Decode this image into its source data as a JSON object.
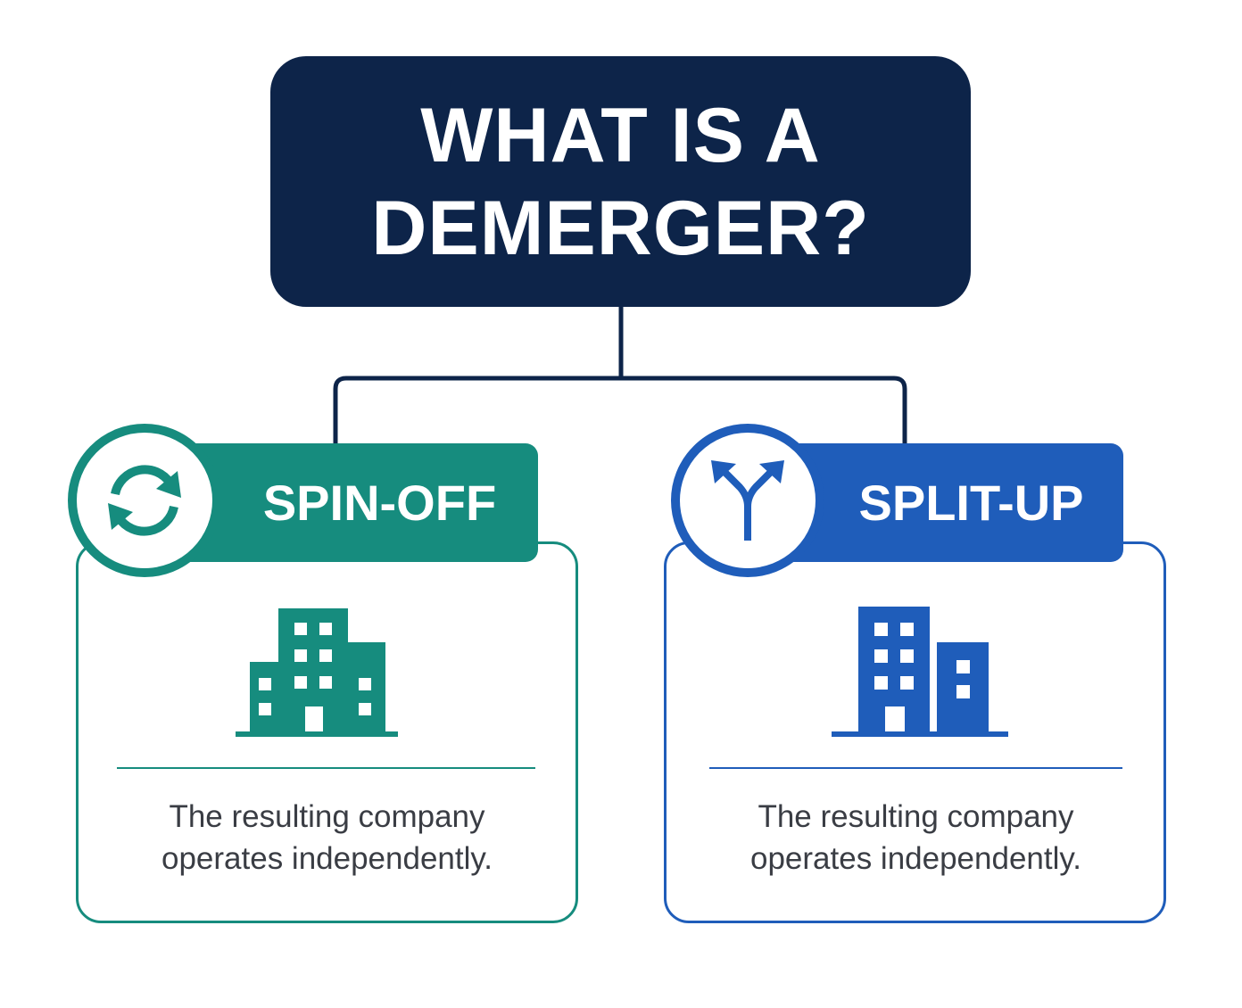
{
  "title": {
    "line1": "WHAT IS A",
    "line2": "DEMERGER?"
  },
  "colors": {
    "title_bg": "#0d2449",
    "spin_off": "#168c7e",
    "split_up": "#1f5dba",
    "text": "#3a3d44"
  },
  "types": [
    {
      "label": "SPIN-OFF",
      "icon": "refresh-arrows-icon",
      "building_icon": "office-building-icon",
      "description_line1": "The resulting company",
      "description_line2": "operates independently."
    },
    {
      "label": "SPLIT-UP",
      "icon": "split-arrows-icon",
      "building_icon": "two-buildings-icon",
      "description_line1": "The resulting company",
      "description_line2": "operates independently."
    }
  ]
}
